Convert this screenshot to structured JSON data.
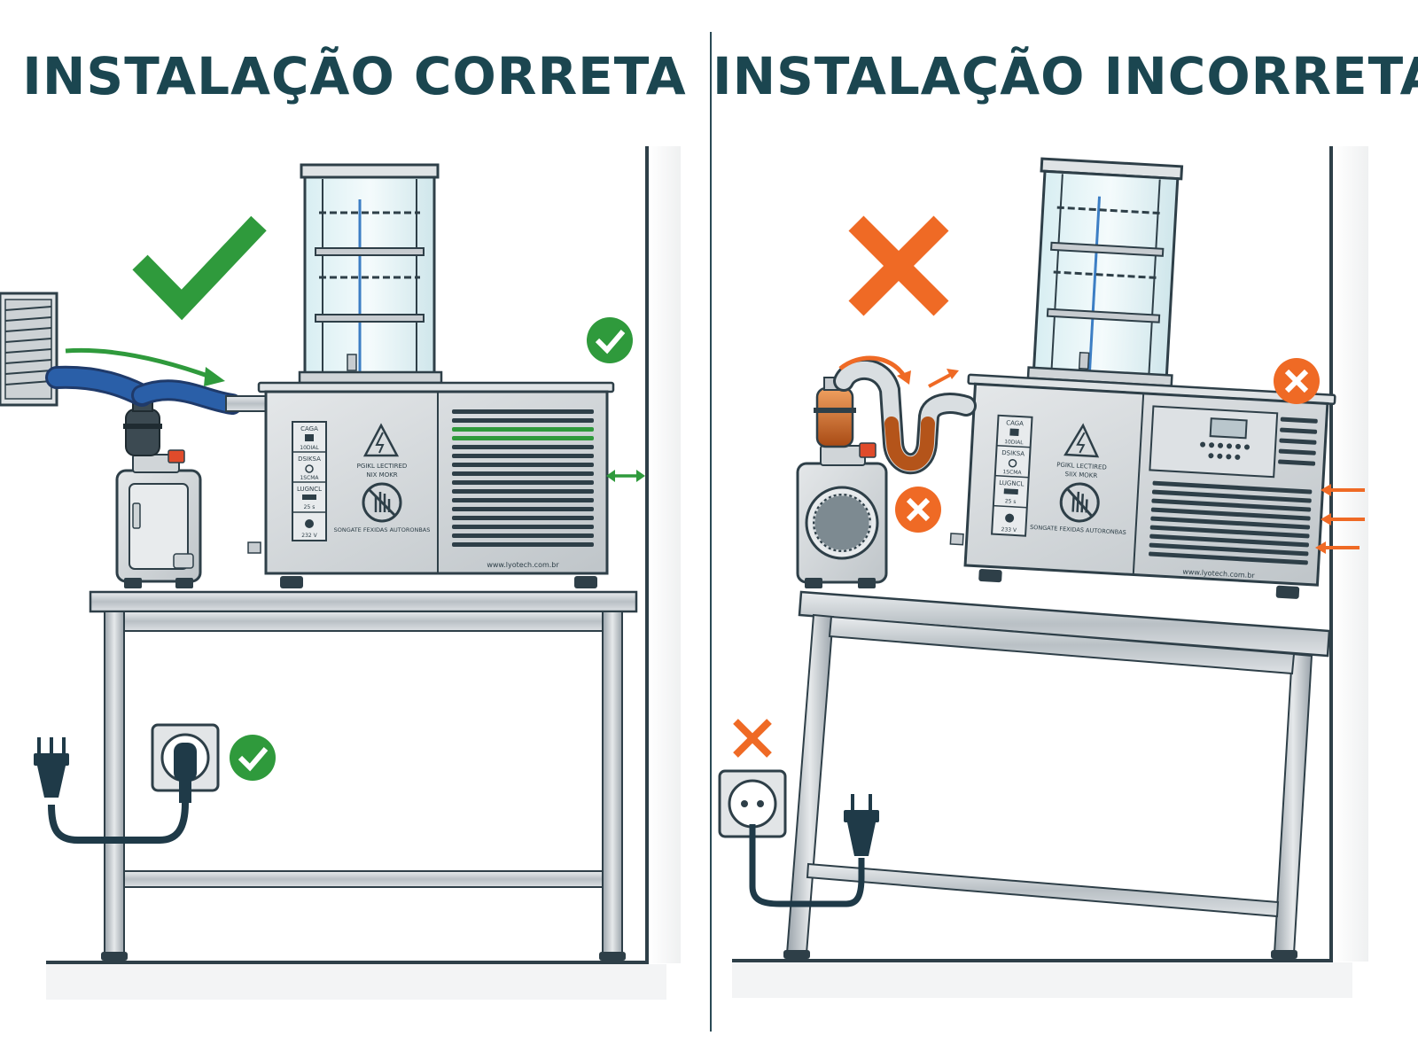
{
  "panels": {
    "left": {
      "title": "INSTALAÇÃO CORRETA"
    },
    "right": {
      "title": "INSTALAÇÃO INCORRETA"
    }
  },
  "machine": {
    "label_carga": "CAGA",
    "label_carga_sub": "10DIAL",
    "label_descarga": "DSIKSA",
    "label_descarga_sub": "1SCMA",
    "label_ligar": "LUGNCL",
    "label_ligar_val": "25 s",
    "label_voltage": "232 V",
    "warning_text_1": "PGIKL LECTIRED",
    "warning_text_2": "NIX MOKR",
    "warning_footer": "SONGATE FEXIDAS AUTORONBAS",
    "website": "www.lyotech.com.br"
  },
  "machine_right": {
    "label_carga": "CAGA",
    "label_carga_sub": "10DIAL",
    "label_descarga": "DSIKSA",
    "label_descarga_sub": "1SCMA",
    "label_ligar": "LUGNCL",
    "label_ligar_val": "25 s",
    "label_voltage": "233 V",
    "warning_text_1": "PGIKL LECTIRED",
    "warning_text_2": "SIIX MOKR",
    "warning_footer": "SONGATE FEXIDAS AUTORONBAS",
    "website": "www.lyotech.com.br"
  },
  "colors": {
    "title": "#1b4650",
    "good": "#2f9a3c",
    "bad": "#ef6a25",
    "steel": "#c7ccd0",
    "outline": "#2e3f48",
    "hose_blue": "#2a5fa8"
  },
  "icons": {
    "big_check": "check-icon",
    "big_cross": "cross-icon"
  }
}
